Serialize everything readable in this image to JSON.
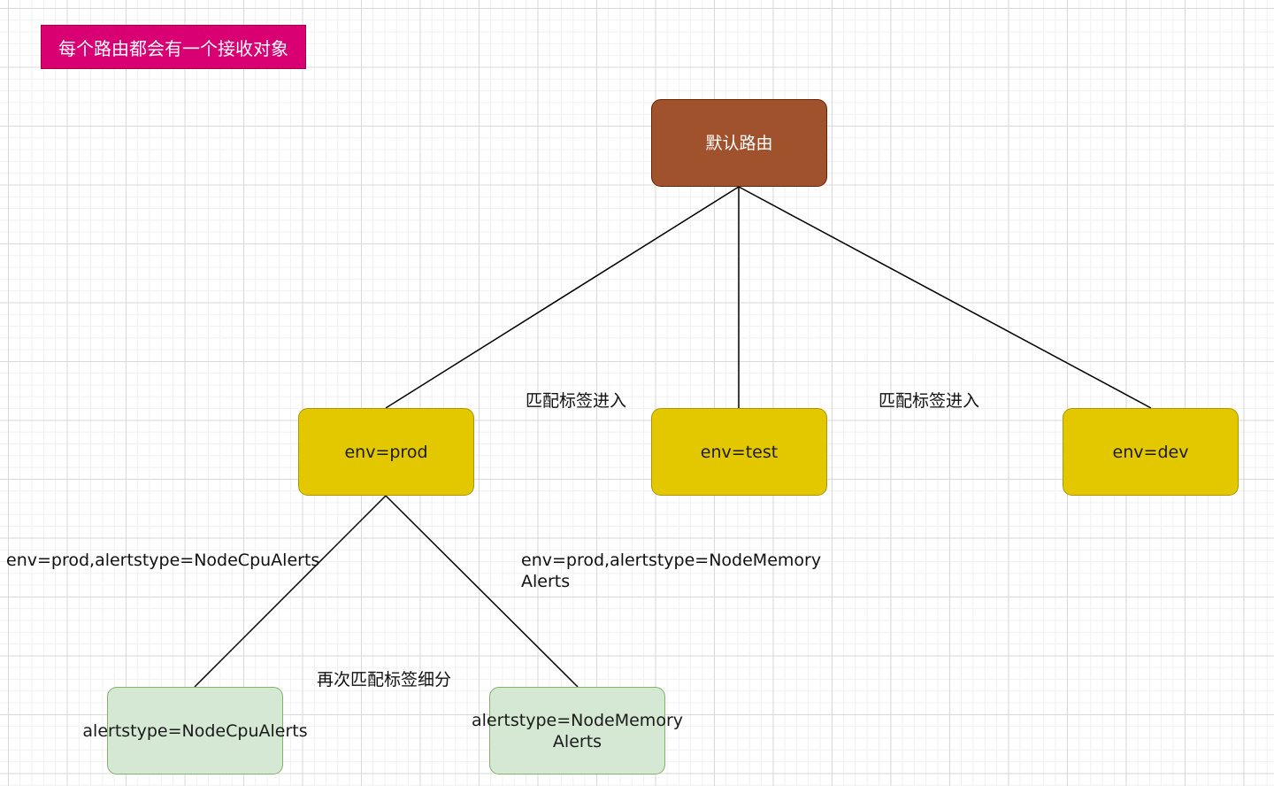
{
  "title_note": {
    "text": "每个路由都会有一个接收对象",
    "color": "#d80073"
  },
  "nodes": {
    "root": {
      "label": "默认路由",
      "color": "#a0522d"
    },
    "prod": {
      "label": "env=prod",
      "color": "#e3c800"
    },
    "test": {
      "label": "env=test",
      "color": "#e3c800"
    },
    "dev": {
      "label": "env=dev",
      "color": "#e3c800"
    },
    "cpu": {
      "label": "alertstype=NodeCpuAlerts",
      "color": "#d5e8d4"
    },
    "mem": {
      "label_line1": "alertstype=NodeMemory",
      "label_line2": "Alerts",
      "color": "#d5e8d4"
    }
  },
  "edge_labels": {
    "match_left": "匹配标签进入",
    "match_right": "匹配标签进入",
    "cpu_rule": "env=prod,alertstype=NodeCpuAlerts",
    "mem_rule_line1": "env=prod,alertstype=NodeMemory",
    "mem_rule_line2": "Alerts",
    "refine": "再次匹配标签细分"
  },
  "line_color": "#000000"
}
